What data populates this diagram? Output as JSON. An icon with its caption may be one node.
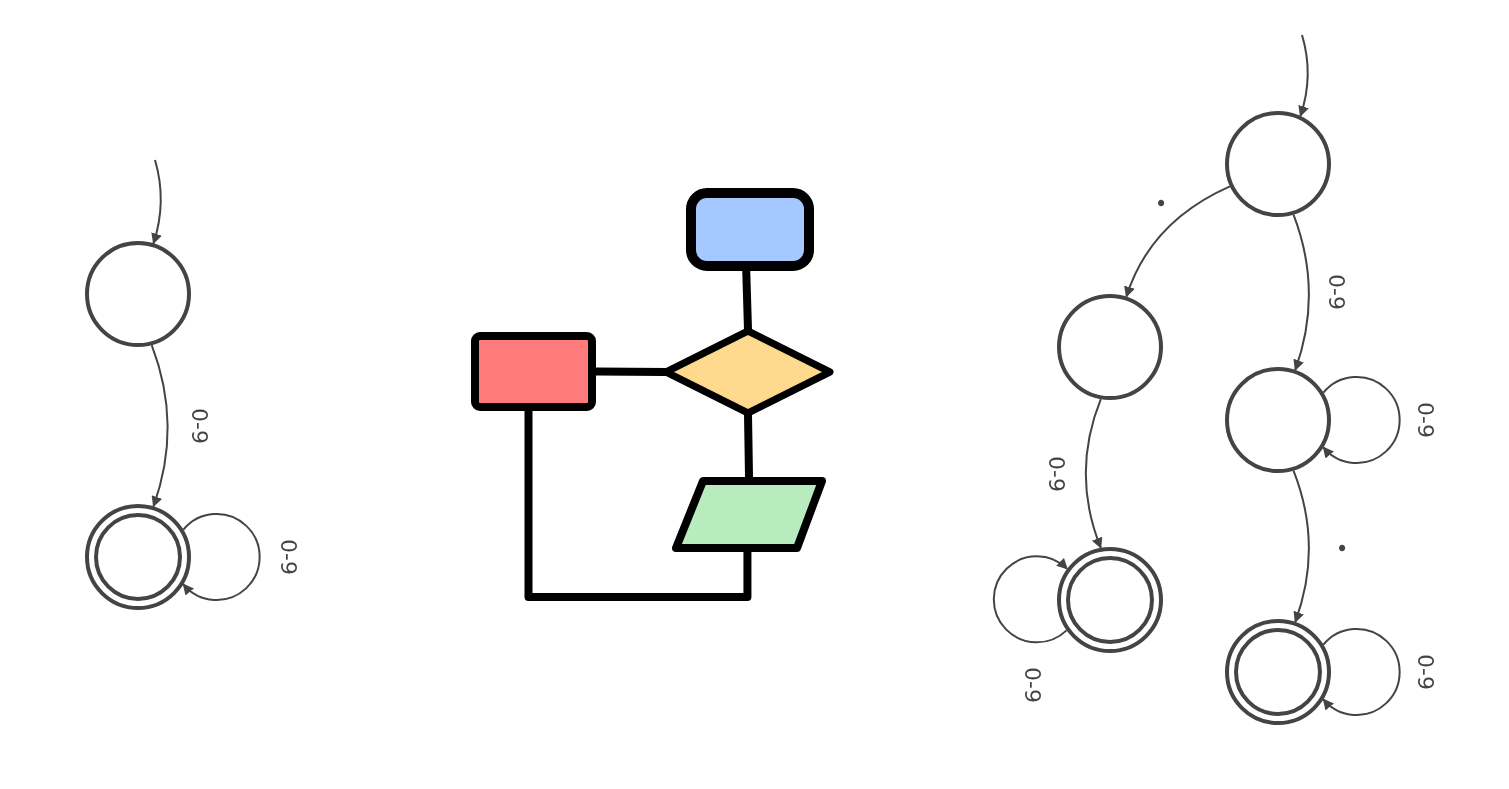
{
  "diagram": {
    "nodes": [
      {
        "text": [],
        "shape": "circle"
      },
      {
        "text": [],
        "shape": "double-circle"
      },
      {
        "text": [],
        "shape": "box"
      },
      {
        "text": [],
        "shape": "diamond"
      },
      {
        "text": [],
        "shape": "box"
      },
      {
        "text": [],
        "shape": "parallelogram"
      },
      {
        "text": [],
        "shape": "circle"
      },
      {
        "text": [],
        "shape": "circle"
      },
      {
        "text": [],
        "shape": "circle"
      },
      {
        "text": [],
        "shape": "double-circle"
      },
      {
        "text": [],
        "shape": "double-circle"
      }
    ],
    "edges": [
      {
        "from": null,
        "to": 0,
        "arrow": "to"
      },
      {
        "from": 0,
        "to": 1,
        "arrow": "to",
        "label": "0-9"
      },
      {
        "from": 1,
        "to": 1,
        "arrow": "to",
        "label": "0-9"
      },
      {
        "from": 2,
        "to": 3,
        "arrow": "none",
        "style": "thick",
        "color": "#000000"
      },
      {
        "from": 3,
        "to": 4,
        "arrow": "none",
        "style": "thick",
        "color": "#000000"
      },
      {
        "from": 3,
        "to": 5,
        "arrow": "none",
        "style": "thick",
        "color": "#000000"
      },
      {
        "from": 4,
        "to": 5,
        "arrow": "none",
        "style": "thick",
        "color": "#000000"
      },
      {
        "from": null,
        "to": 6,
        "arrow": "to"
      },
      {
        "from": 6,
        "to": 7,
        "arrow": "to",
        "label": "•"
      },
      {
        "from": 6,
        "to": 8,
        "arrow": "to",
        "label": "0-9"
      },
      {
        "from": 8,
        "to": 8,
        "arrow": "to",
        "label": "0-9"
      },
      {
        "from": 7,
        "to": 9,
        "arrow": "to",
        "label": "0-9"
      },
      {
        "from": 9,
        "to": 9,
        "arrow": "to",
        "label": "0-9"
      },
      {
        "from": 8,
        "to": 10,
        "arrow": "to",
        "label": "•"
      },
      {
        "from": 10,
        "to": 10,
        "arrow": "to",
        "label": "0-9"
      }
    ]
  }
}
